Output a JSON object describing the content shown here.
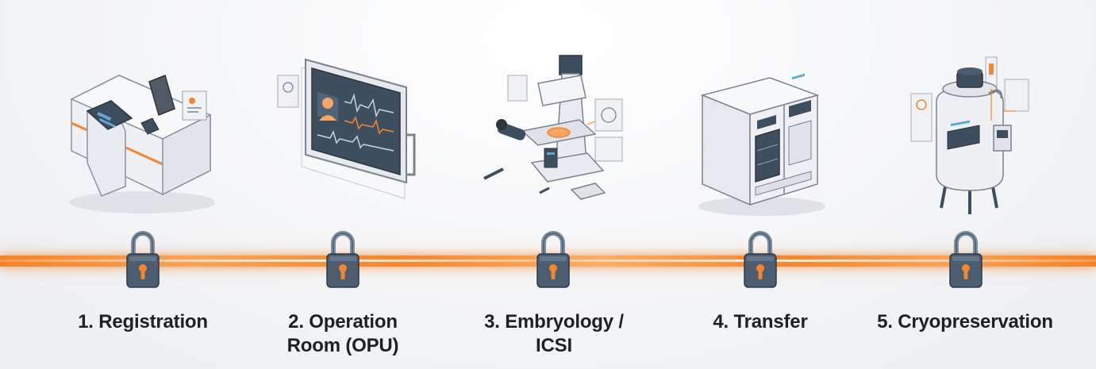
{
  "colors": {
    "accent": "#f4862e",
    "lock_body": "#4c5d70",
    "lock_shackle": "#7d8ea0",
    "text": "#1e2024",
    "screen": "#3d4e5f",
    "screen_accent": "#5fa8d6"
  },
  "stages": [
    {
      "number": "1.",
      "label_lines": [
        "Registration"
      ],
      "icon": "registration-desk-icon"
    },
    {
      "number": "2.",
      "label_lines": [
        "Operation",
        "Room (OPU)"
      ],
      "icon": "patient-monitor-icon"
    },
    {
      "number": "3.",
      "label_lines": [
        "Embryology /",
        "ICSI"
      ],
      "icon": "microscope-icon"
    },
    {
      "number": "4.",
      "label_lines": [
        "Transfer"
      ],
      "icon": "incubator-icon"
    },
    {
      "number": "5.",
      "label_lines": [
        "Cryopreservation"
      ],
      "icon": "cryo-tank-icon"
    }
  ]
}
